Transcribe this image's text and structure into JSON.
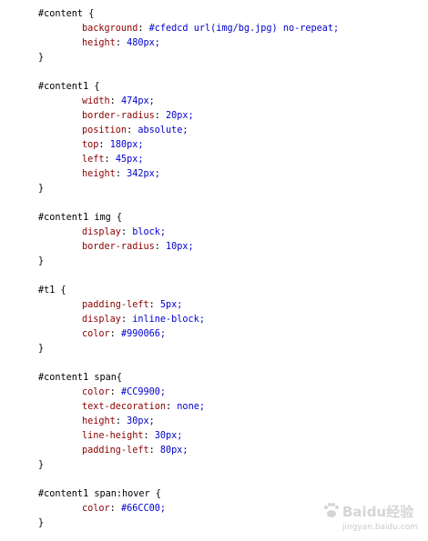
{
  "code": {
    "blocks": [
      {
        "selector": "#content {",
        "decls": [
          {
            "prop": "background",
            "val": "#cfedcd url(img/bg.jpg) no-repeat;"
          },
          {
            "prop": "height",
            "val": "480px;"
          }
        ],
        "close": "}"
      },
      {
        "selector": "#content1 {",
        "decls": [
          {
            "prop": "width",
            "val": "474px;"
          },
          {
            "prop": "border-radius",
            "val": "20px;"
          },
          {
            "prop": "position",
            "val": "absolute;"
          },
          {
            "prop": "top",
            "val": "180px;"
          },
          {
            "prop": "left",
            "val": "45px;"
          },
          {
            "prop": "height",
            "val": "342px;"
          }
        ],
        "close": "}"
      },
      {
        "selector": "#content1 img {",
        "decls": [
          {
            "prop": "display",
            "val": "block;"
          },
          {
            "prop": "border-radius",
            "val": "10px;"
          }
        ],
        "close": "}"
      },
      {
        "selector": "#t1 {",
        "decls": [
          {
            "prop": "padding-left",
            "val": "5px;"
          },
          {
            "prop": "display",
            "val": "inline-block;"
          },
          {
            "prop": "color",
            "val": "#990066;"
          }
        ],
        "close": "}"
      },
      {
        "selector": "#content1 span{",
        "decls": [
          {
            "prop": "color",
            "val": "#CC9900;"
          },
          {
            "prop": "text-decoration",
            "val": "none;"
          },
          {
            "prop": "height",
            "val": "30px;"
          },
          {
            "prop": "line-height",
            "val": "30px;"
          },
          {
            "prop": "padding-left",
            "val": "80px;"
          }
        ],
        "close": "}"
      },
      {
        "selector": "#content1 span:hover {",
        "decls": [
          {
            "prop": "color",
            "val": "#66CC00;"
          }
        ],
        "close": "}"
      }
    ]
  },
  "watermark": {
    "logo_text": "Baidu经验",
    "sub_text": "jingyan.baidu.com"
  },
  "colors": {
    "property": "#8b0000",
    "value": "#0000cd",
    "selector": "#000000"
  }
}
